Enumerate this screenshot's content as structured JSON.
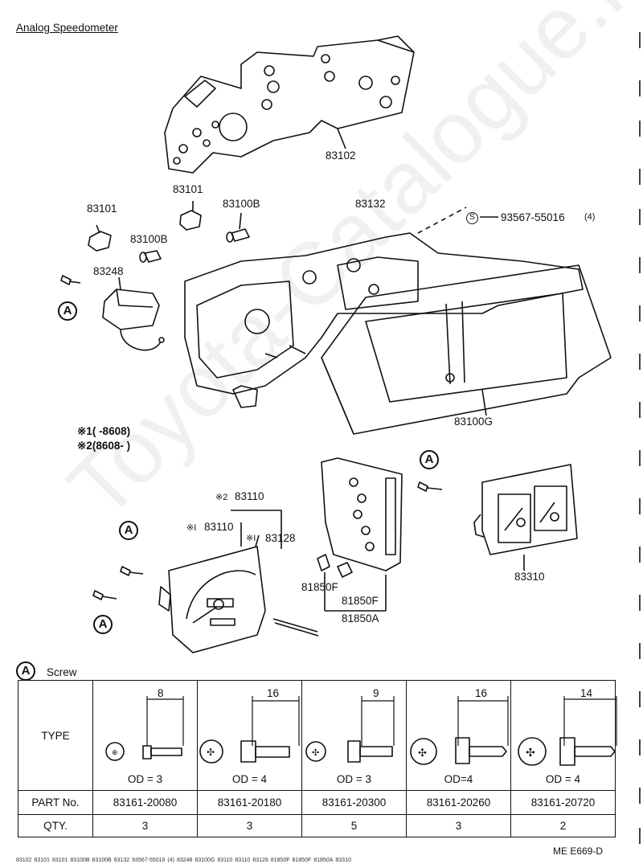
{
  "title": "Analog Speedometer",
  "watermark": "Toyota-Catalogue.ru",
  "parts": {
    "p83102": "83102",
    "p83101a": "83101",
    "p83101b": "83101",
    "p83100B_a": "83100B",
    "p83100B_b": "83100B",
    "p83132": "83132",
    "p93567": "93567-55016",
    "p93567_qty": "(4)",
    "p83248": "83248",
    "p83100G": "83100G",
    "p83110_2": "83110",
    "p83110_1": "83110",
    "p83128": "83128",
    "p81850F_a": "81850F",
    "p81850F_b": "81850F",
    "p81850A": "81850A",
    "p83310": "83310"
  },
  "marks": {
    "star": "※",
    "star2_prefix": "※2",
    "star1_prefix": "※I",
    "star1_b": "※I",
    "note1": "※1(      -8608)",
    "note2": "※2(8608-        )",
    "circleA": "A",
    "circleS": "S"
  },
  "screw_table": {
    "legend": "Screw",
    "row_labels": [
      "TYPE",
      "PART No.",
      "QTY."
    ],
    "columns": [
      {
        "dim": "8",
        "od": "OD = 3",
        "part_no": "83161-20080",
        "qty": "3"
      },
      {
        "dim": "16",
        "od": "OD = 4",
        "part_no": "83161-20180",
        "qty": "3"
      },
      {
        "dim": "9",
        "od": "OD = 3",
        "part_no": "83161-20300",
        "qty": "5"
      },
      {
        "dim": "16",
        "od": "OD=4",
        "part_no": "83161-20260",
        "qty": "3"
      },
      {
        "dim": "14",
        "od": "OD = 4",
        "part_no": "83161-20720",
        "qty": "2"
      }
    ]
  },
  "figure_code": "ME E669-D"
}
